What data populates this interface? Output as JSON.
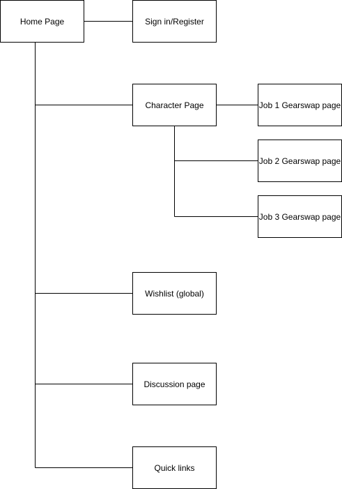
{
  "diagram": {
    "stroke_color": "#000000",
    "fill_color": "#ffffff",
    "text_color": "#000000",
    "nodes": {
      "home": "Home Page",
      "signin": "Sign in/Register",
      "character": "Character Page",
      "job1": "Job 1 Gearswap page",
      "job2": "Job 2 Gearswap page",
      "job3": "Job 3 Gearswap page",
      "wishlist": "Wishlist (global)",
      "discussion": "Discussion page",
      "quicklinks": "Quick links"
    },
    "edges": [
      [
        "home",
        "signin"
      ],
      [
        "home",
        "character"
      ],
      [
        "home",
        "wishlist"
      ],
      [
        "home",
        "discussion"
      ],
      [
        "home",
        "quicklinks"
      ],
      [
        "character",
        "job1"
      ],
      [
        "character",
        "job2"
      ],
      [
        "character",
        "job3"
      ]
    ]
  }
}
